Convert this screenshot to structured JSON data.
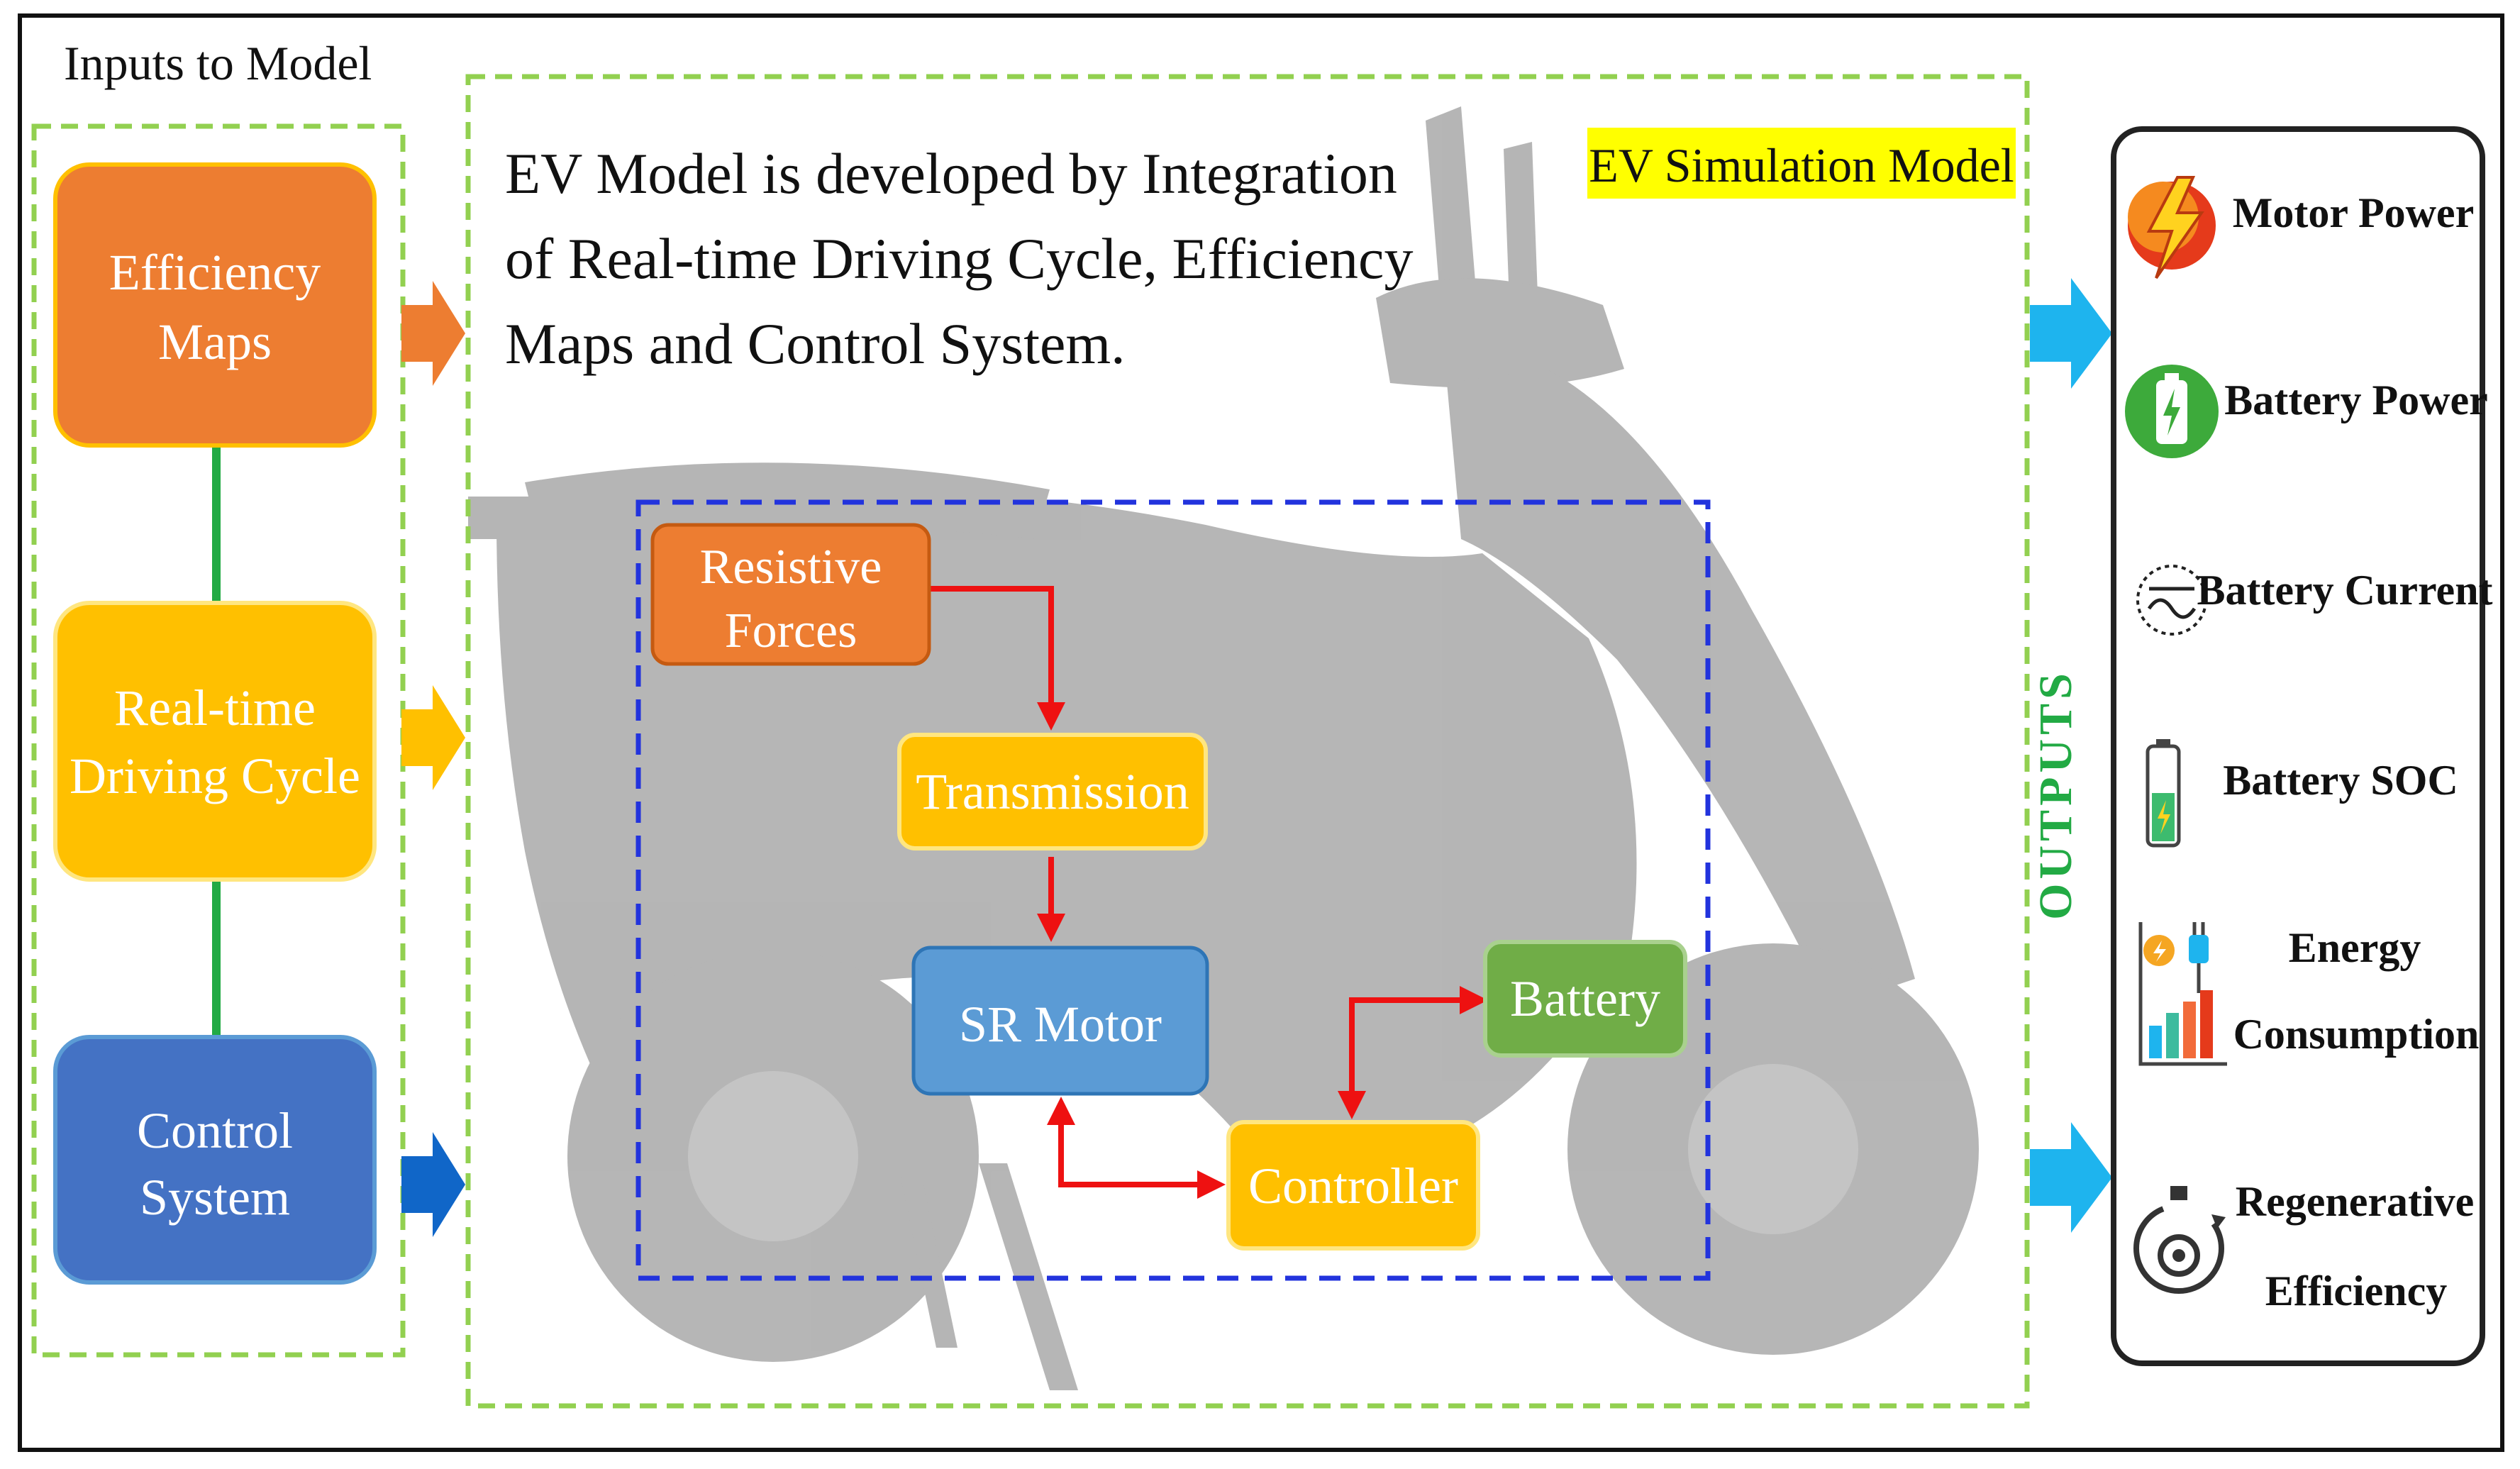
{
  "inputs_title": "Inputs to Model",
  "inputs": [
    {
      "line1": "Efficiency",
      "line2": "Maps",
      "color": "#ED7D31"
    },
    {
      "line1": "Real-time",
      "line2": "Driving Cycle",
      "color": "#FFC000"
    },
    {
      "line1": "Control",
      "line2": "System",
      "color": "#4472C4"
    }
  ],
  "description": {
    "line1": "EV Model is developed by Integration",
    "line2": "of Real-time Driving Cycle, Efficiency",
    "line3": "Maps and Control System."
  },
  "model_title": "EV Simulation Model",
  "blocks": {
    "resistive_1": "Resistive",
    "resistive_2": "Forces",
    "transmission": "Transmission",
    "sr_motor": "SR Motor",
    "battery": "Battery",
    "controller": "Controller"
  },
  "outputs_label": "OUTPUTS",
  "outputs": {
    "motor_power": "Motor Power",
    "battery_power": "Battery Power",
    "battery_current": "Battery Current",
    "battery_soc": "Battery SOC",
    "energy_1": "Energy",
    "energy_2": "Consumption",
    "regen_1": "Regenerative",
    "regen_2": "Efficiency"
  },
  "colors": {
    "orange": "#ED7D31",
    "yellow": "#FFC000",
    "blue": "#4472C4",
    "light_blue": "#5B9BD5",
    "green": "#70AD47",
    "dashed_green": "#92D050",
    "dashed_blue": "#2233DD",
    "flow_red": "#EE1111",
    "arrow_cyan": "#1EB4EE",
    "highlight": "#FFFF00"
  }
}
